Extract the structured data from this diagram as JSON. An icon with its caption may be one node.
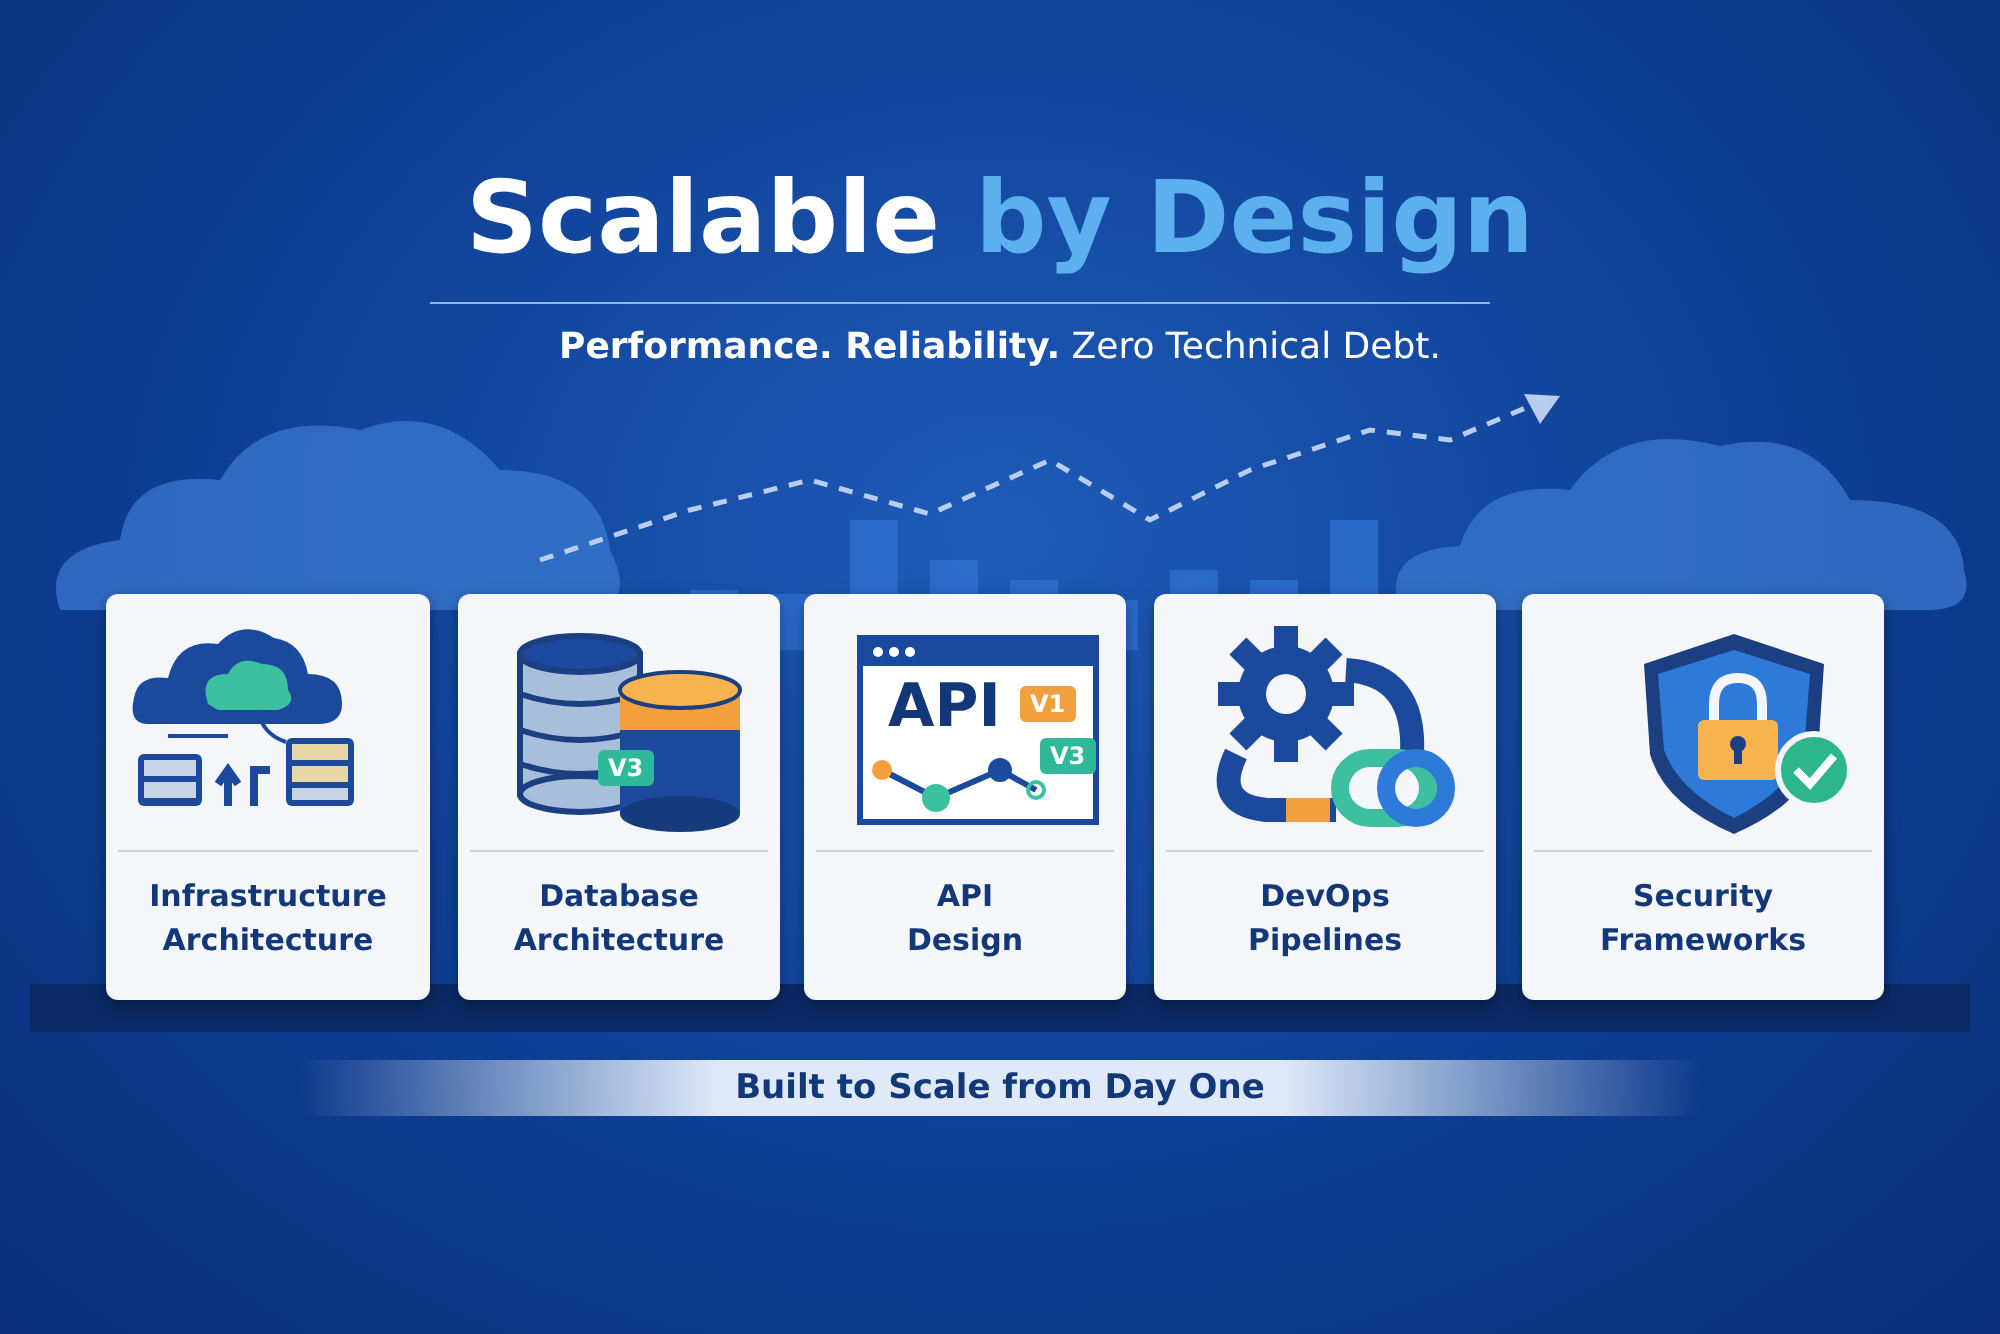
{
  "diagram": {
    "title": "Scalable by Design",
    "nodes": [
      {
        "text": [
          "Infrastructure Architecture"
        ]
      },
      {
        "text": [
          "Database Architecture"
        ]
      },
      {
        "text": [
          "API Design"
        ]
      },
      {
        "text": [
          "DevOps Pipelines"
        ]
      },
      {
        "text": [
          "Security Frameworks"
        ]
      }
    ],
    "labels": [
      "**Performance. Reliability.** Zero Technical Debt.",
      "V3",
      "API",
      "V1",
      "V3",
      "Built to Scale from Day One"
    ]
  }
}
